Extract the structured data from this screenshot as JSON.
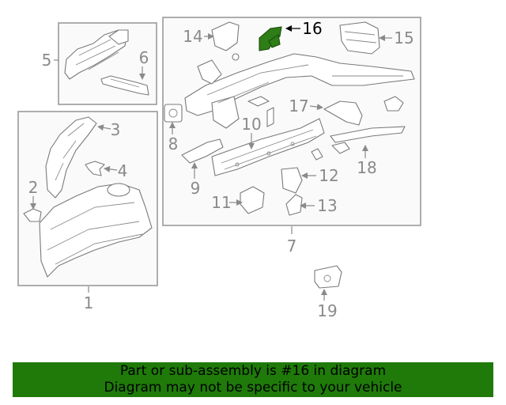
{
  "diagram": {
    "callouts": {
      "c1": "1",
      "c2": "2",
      "c3": "3",
      "c4": "4",
      "c5": "5",
      "c6": "6",
      "c7": "7",
      "c8": "8",
      "c9": "9",
      "c10": "10",
      "c11": "11",
      "c12": "12",
      "c13": "13",
      "c14": "14",
      "c15": "15",
      "c16": "16",
      "c17": "17",
      "c18": "18",
      "c19": "19"
    },
    "highlighted_callout": "16",
    "highlight_color": "#2e7d16"
  },
  "banner": {
    "line1": "Part or sub-assembly is #16 in diagram",
    "line2": "Diagram may not be specific to your vehicle",
    "background": "#1f7a0a"
  }
}
